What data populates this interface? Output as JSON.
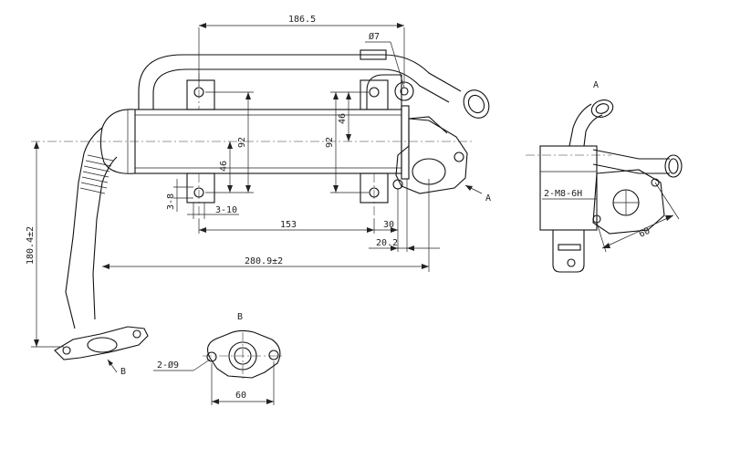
{
  "dimensions": {
    "width_top": "186.5",
    "hole_dia": "Ø7",
    "height_inner_right": "46",
    "height_92_left": "92",
    "height_92_right": "92",
    "height_46_left": "46",
    "small_38": "3-8",
    "small_310": "3-10",
    "span_153": "153",
    "span_30": "30",
    "span_202": "20.2",
    "overall_length": "280.9±2",
    "overall_height": "180.4±2",
    "thread": "2-M8-6H",
    "side_60": "60",
    "flange_holes": "2-Ø9",
    "flange_60": "60"
  },
  "views": {
    "label_a_main": "A",
    "label_a_side": "A",
    "label_b_main": "B",
    "label_b_detail": "B"
  }
}
